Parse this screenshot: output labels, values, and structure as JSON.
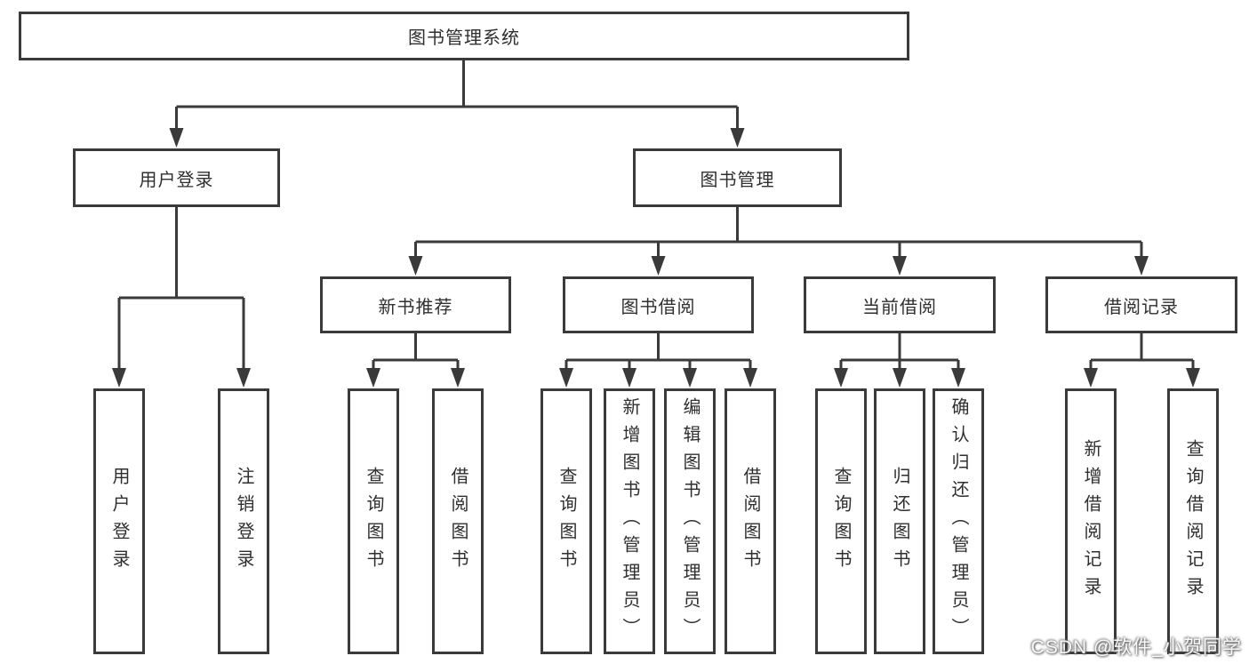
{
  "tree": {
    "label": "图书管理系统",
    "children": [
      {
        "label": "用户登录",
        "children": [
          {
            "label": "用户登录"
          },
          {
            "label": "注销登录"
          }
        ]
      },
      {
        "label": "图书管理",
        "children": [
          {
            "label": "新书推荐",
            "children": [
              {
                "label": "查询图书"
              },
              {
                "label": "借阅图书"
              }
            ]
          },
          {
            "label": "图书借阅",
            "children": [
              {
                "label": "查询图书"
              },
              {
                "label": "新增图书（管理员）"
              },
              {
                "label": "编辑图书（管理员）"
              },
              {
                "label": "借阅图书"
              }
            ]
          },
          {
            "label": "当前借阅",
            "children": [
              {
                "label": "查询图书"
              },
              {
                "label": "归还图书"
              },
              {
                "label": "确认归还（管理员）"
              }
            ]
          },
          {
            "label": "借阅记录",
            "children": [
              {
                "label": "新增借阅记录"
              },
              {
                "label": "查询借阅记录"
              }
            ]
          }
        ]
      }
    ]
  },
  "watermark": {
    "text": "CSDN @软件_小贺同学"
  },
  "colors": {
    "line": "#3a3a3a",
    "text": "#2f2f2f",
    "background": "#ffffff"
  }
}
